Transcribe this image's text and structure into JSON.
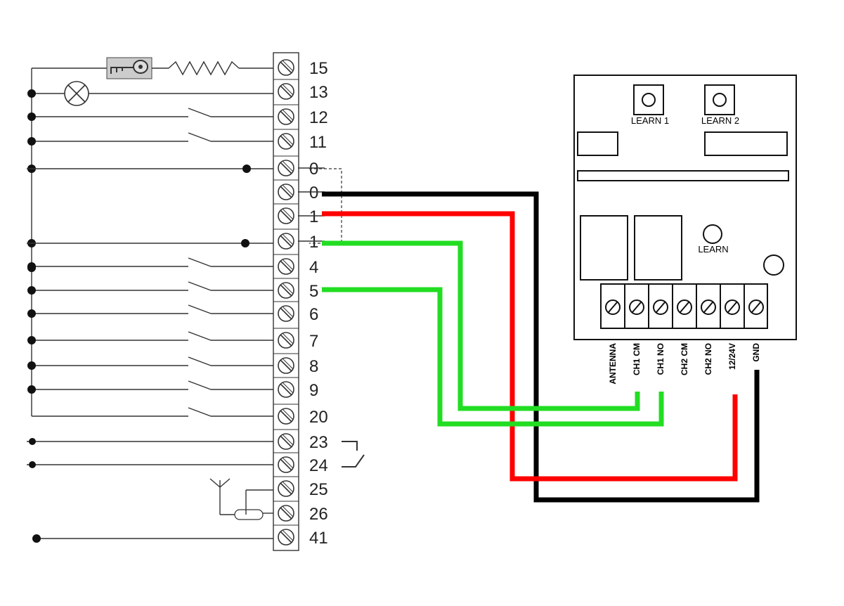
{
  "terminal_block": {
    "terminals": [
      "15",
      "13",
      "12",
      "11",
      "0",
      "0",
      "1",
      "1",
      "4",
      "5",
      "6",
      "7",
      "8",
      "9",
      "20",
      "23",
      "24",
      "25",
      "26",
      "41"
    ]
  },
  "receiver": {
    "learn1_label": "LEARN 1",
    "learn2_label": "LEARN 2",
    "learn_label": "LEARN",
    "pins": [
      "ANTENNA",
      "CH1 CM",
      "CH1 NO",
      "CH2 CM",
      "CH2 NO",
      "12/24V",
      "GND"
    ]
  },
  "wires": [
    {
      "from_terminal": "0",
      "to_pin": "GND",
      "color": "#000000"
    },
    {
      "from_terminal": "1",
      "to_pin": "12/24V",
      "color": "#ff0000"
    },
    {
      "from_terminal": "1",
      "to_pin": "CH1 CM",
      "color": "#22dd22"
    },
    {
      "from_terminal": "5",
      "to_pin": "CH1 NO",
      "color": "#22dd22"
    }
  ]
}
